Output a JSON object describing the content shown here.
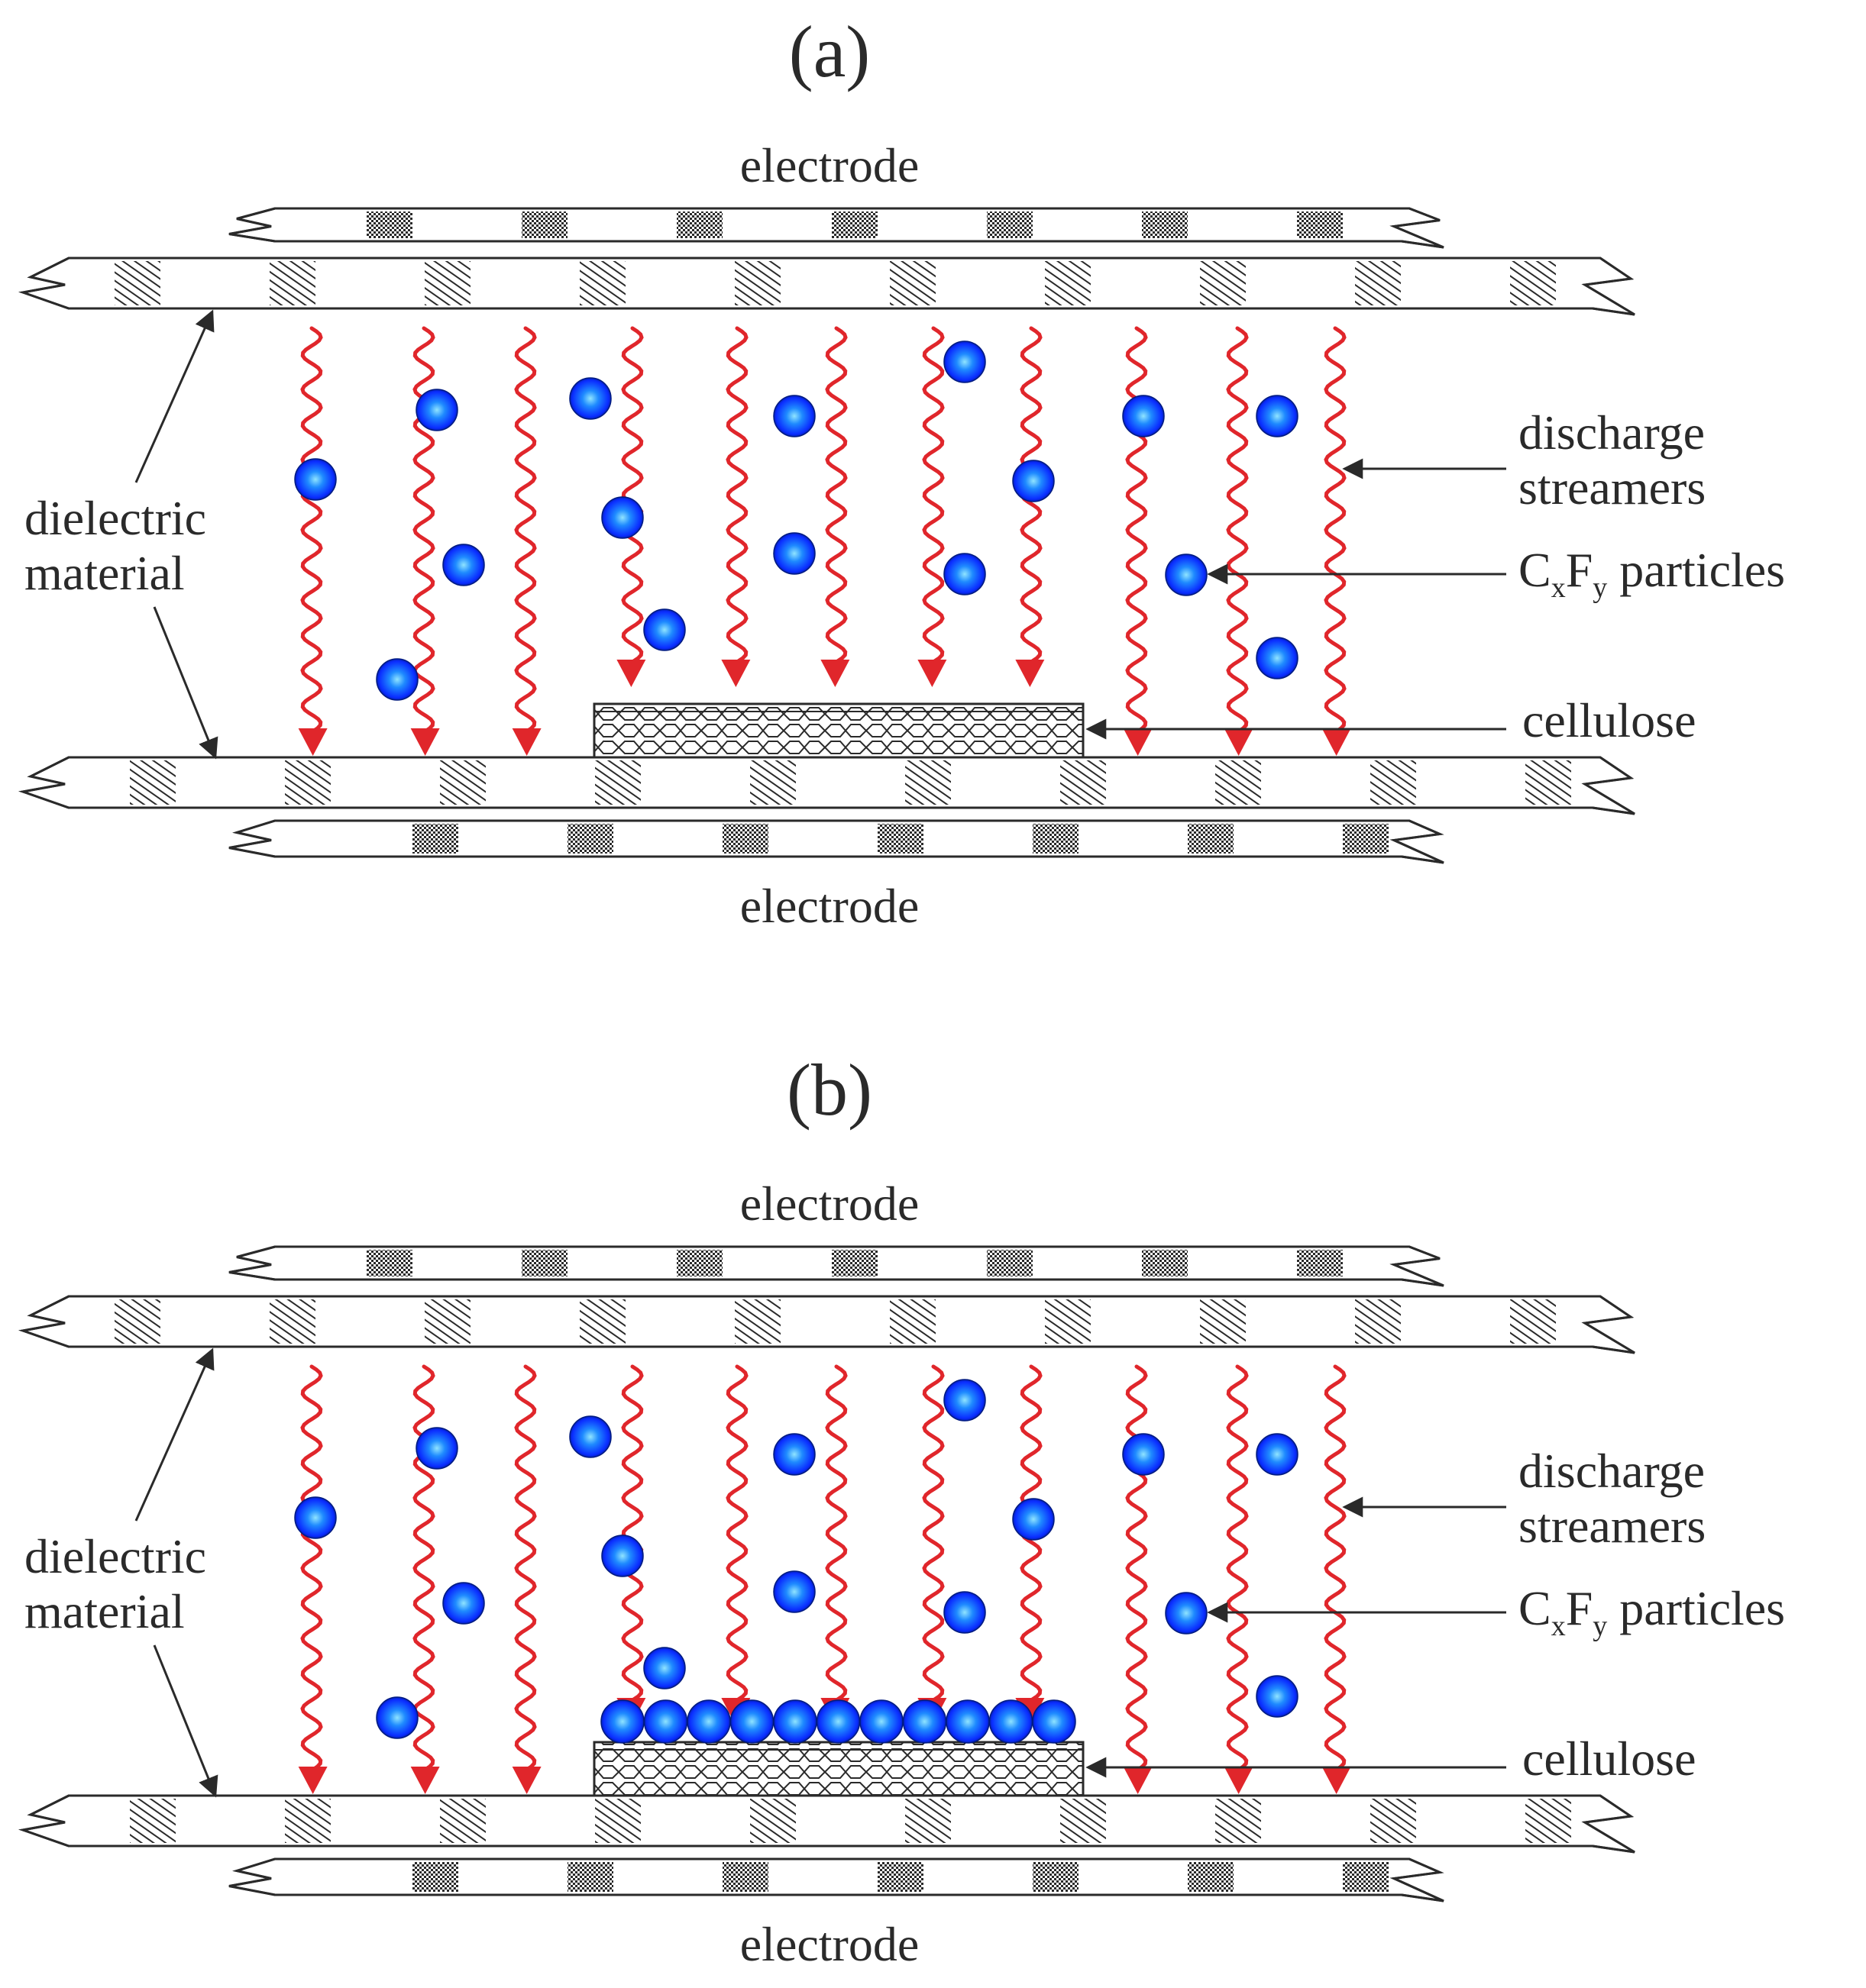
{
  "panels": [
    {
      "id": "a",
      "label": "(a)",
      "electrode_top": "electrode",
      "electrode_bottom": "electrode",
      "dielectric": [
        "dielectric",
        "material"
      ],
      "streamers": [
        "discharge",
        "streamers"
      ],
      "particles": {
        "main": "C",
        "sub1": "x",
        "mid": "F",
        "sub2": "y",
        "rest": " particles"
      },
      "cellulose": "cellulose",
      "deposited_layer": false
    },
    {
      "id": "b",
      "label": "(b)",
      "electrode_top": "electrode",
      "electrode_bottom": "electrode",
      "dielectric": [
        "dielectric",
        "material"
      ],
      "streamers": [
        "discharge",
        "streamers"
      ],
      "particles": {
        "main": "C",
        "sub1": "x",
        "mid": "F",
        "sub2": "y",
        "rest": " particles"
      },
      "cellulose": "cellulose",
      "deposited_layer": true
    }
  ],
  "colors": {
    "streamer": "#e0262b",
    "particle_core": "#0a2cff",
    "particle_highlight": "#8fe4ff",
    "particle_edge": "#001a80",
    "line": "#2a2a2a",
    "hatch": "#2a2a2a"
  }
}
